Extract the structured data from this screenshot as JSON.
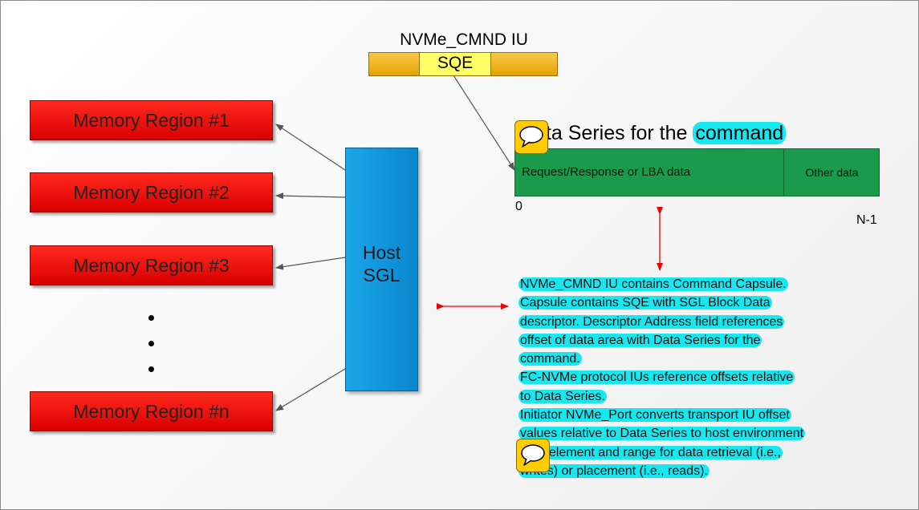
{
  "command_iu": {
    "title": "NVMe_CMND IU",
    "field": "SQE"
  },
  "memory_regions": [
    "Memory Region #1",
    "Memory Region #2",
    "Memory Region #3",
    "Memory Region #n"
  ],
  "host_sgl": {
    "line1": "Host",
    "line2": "SGL"
  },
  "data_series": {
    "title_prefix": "Data Series for the ",
    "title_highlight": "command",
    "segments": [
      "Request/Response or LBA data",
      "Other data"
    ],
    "start_label": "0",
    "end_label": "N-1"
  },
  "description": {
    "lines": [
      "NVMe_CMND IU contains Command Capsule.",
      "Capsule contains SQE with SGL Block Data",
      "descriptor. Descriptor Address field references",
      "offset of data area with Data Series for the",
      "command.",
      "FC-NVMe protocol IUs reference offsets relative",
      "to Data Series.",
      "Initiator NVMe_Port converts transport IU offset",
      "values relative to Data Series to host environment",
      "SGL element and range for data retrieval (i.e.,",
      "writes) or placement (i.e., reads)."
    ]
  },
  "colors": {
    "memory_region": "#e00000",
    "host_sgl": "#1296dc",
    "data_series": "#1a9a4a",
    "highlight": "#17e8f0",
    "iu_bar": "#f0b320",
    "sqe_field": "#ffff66",
    "double_arrow": "#ee0000"
  }
}
